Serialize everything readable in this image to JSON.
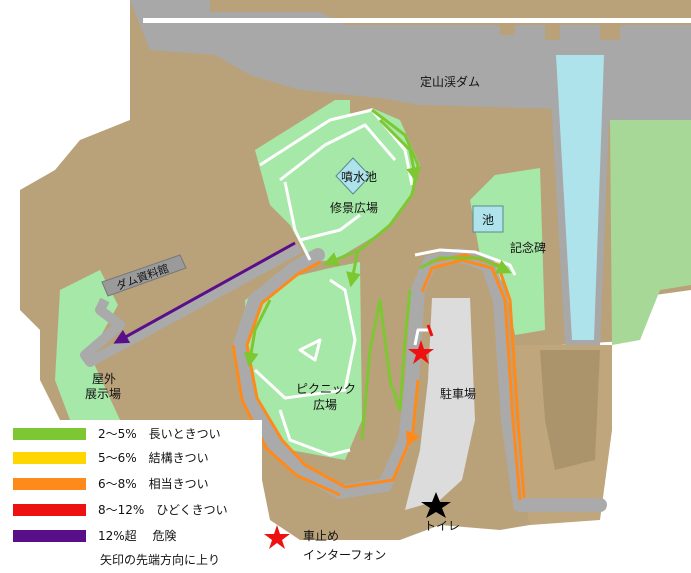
{
  "map": {
    "labels": {
      "dam": "定山渓ダム",
      "fountain_pond": "噴水池",
      "landscape_plaza": "修景広場",
      "pond": "池",
      "monument": "記念碑",
      "museum": "ダム資料館",
      "outdoor_exhibit": "屋外\n展示場",
      "picnic_plaza": "ピクニック\n広場",
      "parking": "駐車場",
      "toilet": "トイレ"
    },
    "colors": {
      "ground": "#b9a27a",
      "dam_gray": "#a8a8a8",
      "grass": "#a6e8a8",
      "grass_light": "#c9f2c9",
      "water": "#aee3ec",
      "pavement": "#dcdcdc",
      "green_field": "#a8d898"
    }
  },
  "legend": {
    "items": [
      {
        "label": "2〜5%　長いときつい",
        "color": "#7dc832"
      },
      {
        "label": "5〜6%　結構きつい",
        "color": "#ffd700"
      },
      {
        "label": "6〜8%　相当きつい",
        "color": "#ff8a1c"
      },
      {
        "label": "8〜12%　ひどくきつい",
        "color": "#ee1111"
      },
      {
        "label": "12%超　 危険",
        "color": "#5a0f8a"
      }
    ],
    "note": "矢印の先端方向に上り",
    "star_label": "車止め\nインターフォン"
  }
}
